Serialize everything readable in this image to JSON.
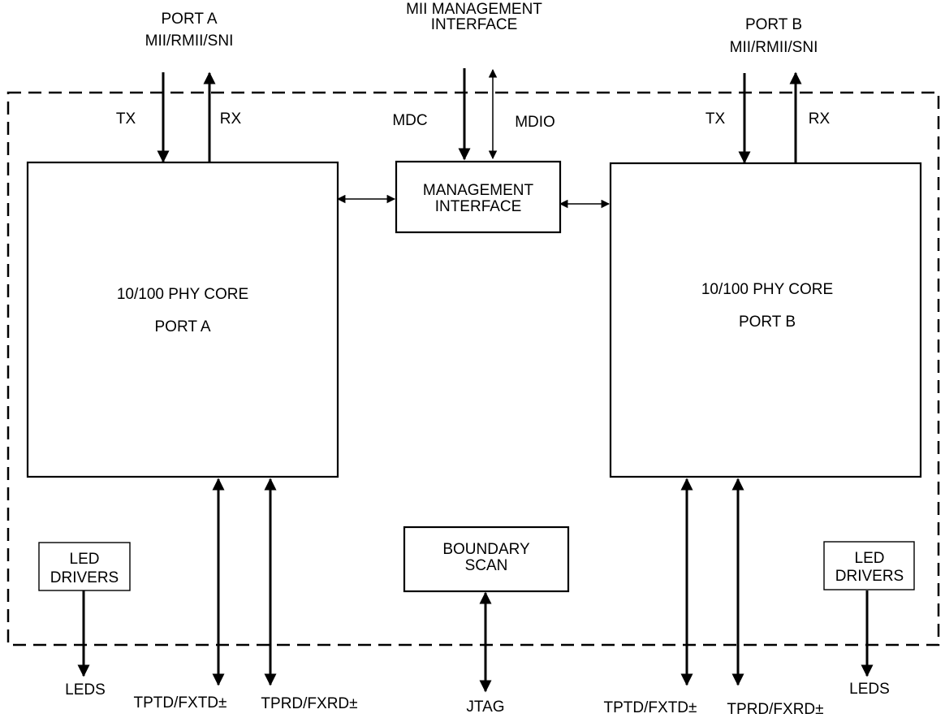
{
  "port_a": {
    "title": "PORT A",
    "subtitle": "MII/RMII/SNI",
    "tx": "TX",
    "rx": "RX"
  },
  "port_b": {
    "title": "PORT B",
    "subtitle": "MII/RMII/SNI",
    "tx": "TX",
    "rx": "RX"
  },
  "mii_mgmt": {
    "line1": "MII MANAGEMENT",
    "line2": "INTERFACE",
    "mdc": "MDC",
    "mdio": "MDIO"
  },
  "mgmt_box": {
    "line1": "MANAGEMENT",
    "line2": "INTERFACE"
  },
  "core_a": {
    "line1": "10/100 PHY CORE",
    "line2": "PORT A"
  },
  "core_b": {
    "line1": "10/100 PHY CORE",
    "line2": "PORT B"
  },
  "boundary": {
    "line1": "BOUNDARY",
    "line2": "SCAN",
    "jtag": "JTAG"
  },
  "led_a": {
    "line1": "LED",
    "line2": "DRIVERS",
    "out": "LEDS"
  },
  "led_b": {
    "line1": "LED",
    "line2": "DRIVERS",
    "out": "LEDS"
  },
  "signals": {
    "a_tptd": "TPTD/FXTD±",
    "a_tprd": "TPRD/FXRD±",
    "b_tptd": "TPTD/FXTD±",
    "b_tprd": "TPRD/FXRD±"
  }
}
